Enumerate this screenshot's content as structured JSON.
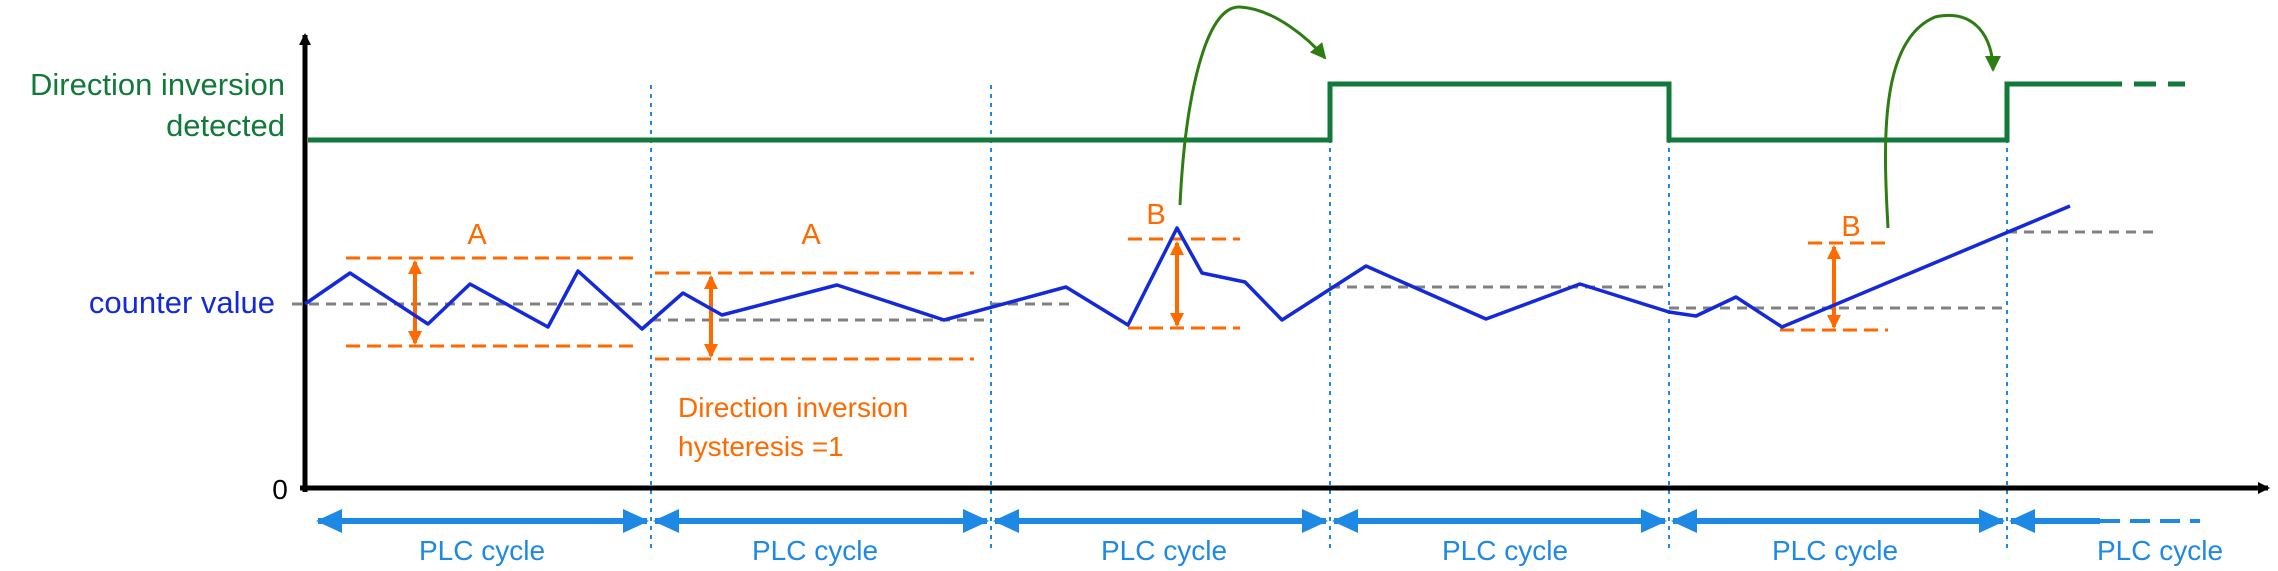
{
  "labels": {
    "direction_inversion_detected_line1": "Direction inversion",
    "direction_inversion_detected_line2": "detected",
    "counter_value": "counter value",
    "zero": "0",
    "label_a": "A",
    "label_b": "B",
    "hysteresis_line1": "Direction inversion",
    "hysteresis_line2": "hysteresis =1"
  },
  "plc_cycles": [
    {
      "label": "PLC cycle"
    },
    {
      "label": "PLC cycle"
    },
    {
      "label": "PLC cycle"
    },
    {
      "label": "PLC cycle"
    },
    {
      "label": "PLC cycle"
    },
    {
      "label": "PLC cycle"
    }
  ],
  "colors": {
    "detected": "#117a3a",
    "counter": "#1428dc",
    "hysteresis": "#ff6a00",
    "cycle": "#1e88e5",
    "reference": "#808080",
    "axis": "#000000",
    "curve_arrow": "#2e7d12"
  }
}
